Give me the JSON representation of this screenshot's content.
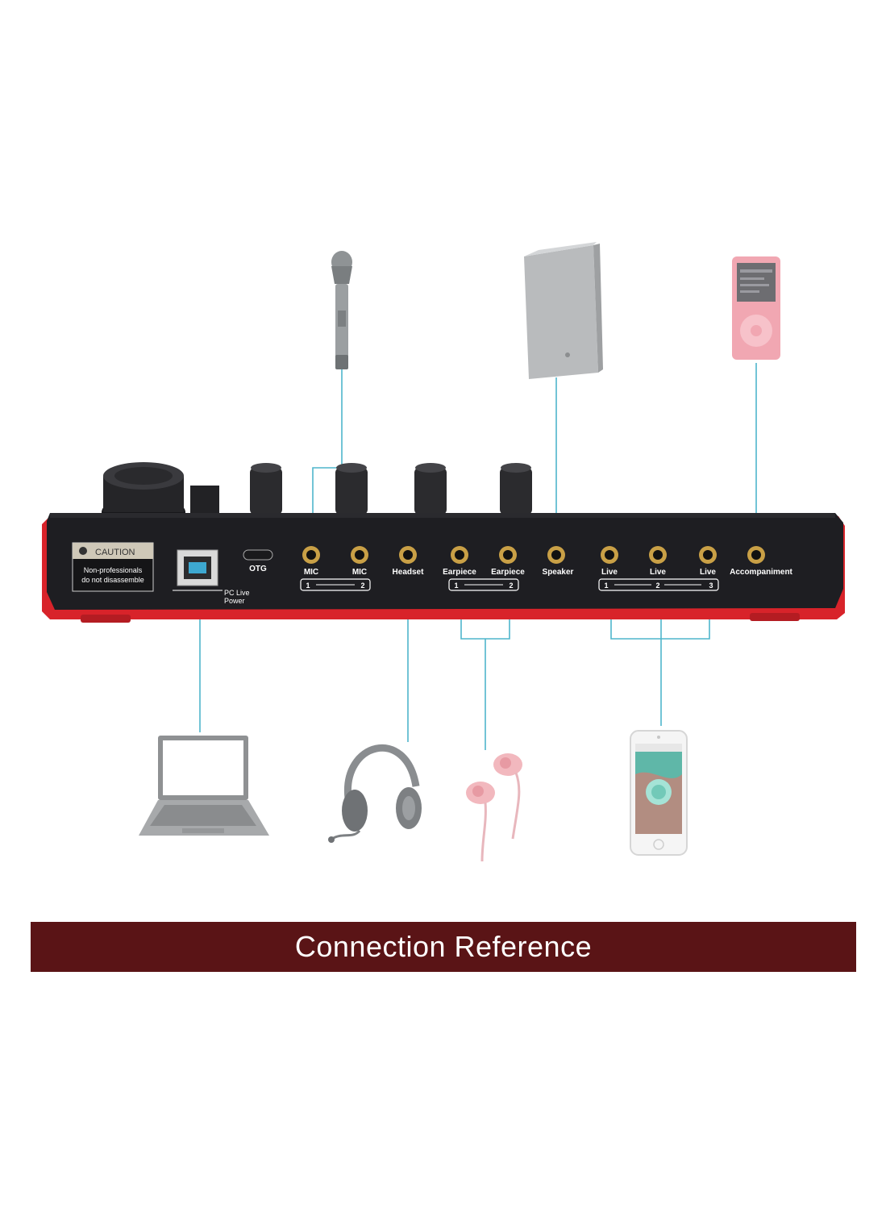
{
  "title": "Connection Reference",
  "caution": {
    "heading": "CAUTION",
    "line1": "Non-professionals",
    "line2": "do not disassemble"
  },
  "ports": {
    "otg": "OTG",
    "pc_line1": "PC Live",
    "pc_line2": "Power",
    "mic1": "MIC",
    "mic2": "MIC",
    "headset": "Headset",
    "earpiece1": "Earpiece",
    "earpiece2": "Earpiece",
    "speaker": "Speaker",
    "live1": "Live",
    "live2": "Live",
    "live3": "Live",
    "accompaniment": "Accompaniment"
  },
  "groups": {
    "mic": [
      "1",
      "2"
    ],
    "earpiece": [
      "1",
      "2"
    ],
    "live": [
      "1",
      "2",
      "3"
    ]
  },
  "devices": [
    "microphone-icon",
    "speaker-icon",
    "music-player-icon",
    "laptop-icon",
    "headphones-icon",
    "earphones-icon",
    "smartphone-icon"
  ],
  "colors": {
    "line": "#4fb6cc",
    "banner": "#5a1416",
    "device_body": "#1e1e22",
    "device_trim": "#d8232a"
  }
}
